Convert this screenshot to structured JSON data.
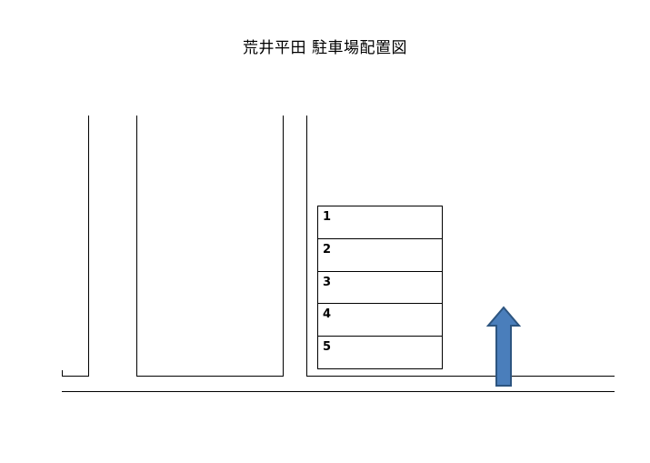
{
  "title": "荒井平田 駐車場配置図",
  "colors": {
    "line": "#000000",
    "arrow_fill": "#4a7ebb",
    "arrow_stroke": "#2d5580",
    "background": "#ffffff"
  },
  "parking_lot": {
    "stalls": [
      {
        "number": "1"
      },
      {
        "number": "2"
      },
      {
        "number": "3"
      },
      {
        "number": "4"
      },
      {
        "number": "5"
      }
    ]
  },
  "icons": {
    "entrance_arrow": "arrow-up-icon"
  }
}
